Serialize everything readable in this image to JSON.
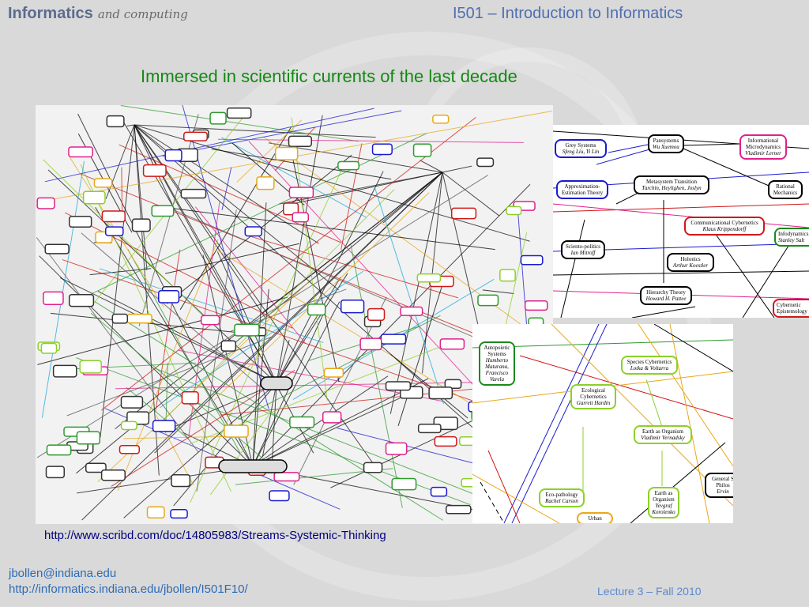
{
  "header": {
    "logo_text": "Informatics",
    "logo_script": "and computing",
    "course_title": "I501 – Introduction to Informatics"
  },
  "slide": {
    "title": "Immersed in scientific currents of the last decade",
    "source_url": "http://www.scribd.com/doc/14805983/Streams-Systemic-Thinking"
  },
  "footer": {
    "email": "jbollen@indiana.edu",
    "site": "http://informatics.indiana.edu/jbollen/I501F10/",
    "lecture": "Lecture 3 – Fall 2010"
  },
  "inset_top": {
    "nodes": [
      {
        "title": "Grey Systems",
        "author": "Sfeng Liu, Yi Lin",
        "color": "#1a1ad0"
      },
      {
        "title": "Pansystems",
        "author": "Wu Xuemou",
        "color": "#000000"
      },
      {
        "title": "Informational Microdynamics",
        "author": "Vladimir Lerner",
        "color": "#e0208c"
      },
      {
        "title": "Approximation-Estimation Theory",
        "author": "",
        "color": "#1a1ad0"
      },
      {
        "title": "Metasystem Transition",
        "author": "Turchin, Heylighen, Joslyn",
        "color": "#000000"
      },
      {
        "title": "Rational Mechanics",
        "author": "",
        "color": "#000000"
      },
      {
        "title": "Communicational Cybernetics",
        "author": "Klaus Krippendorff",
        "color": "#d01818"
      },
      {
        "title": "Infodynamics",
        "author": "Stanley Salt",
        "color": "#1a8a1a"
      },
      {
        "title": "Sciento-politics",
        "author": "Ian Mitroff",
        "color": "#000000"
      },
      {
        "title": "Holonics",
        "author": "Arthur Koestler",
        "color": "#000000"
      },
      {
        "title": "Hierarchy Theory",
        "author": "Howard H. Pattee",
        "color": "#000000"
      },
      {
        "title": "Cybernetic Epistemology",
        "author": "",
        "color": "#d01818"
      }
    ]
  },
  "inset_bottom": {
    "nodes": [
      {
        "title": "Autopoietic Systems",
        "author": "Humberto Maturana, Francisco Varela",
        "color": "#1a8a1a"
      },
      {
        "title": "Species Cybernetics",
        "author": "Lotka & Voltarra",
        "color": "#8cd028"
      },
      {
        "title": "Ecological Cybernetics",
        "author": "Garrett Hardin",
        "color": "#8cd028"
      },
      {
        "title": "Earth as Organism",
        "author": "Vladimir Vernadsky",
        "color": "#8cd028"
      },
      {
        "title": "Eco-pathology",
        "author": "Rachel Carson",
        "color": "#8cd028"
      },
      {
        "title": "Earth as Organism",
        "author": "Yevgraf Korolenko",
        "color": "#8cd028"
      },
      {
        "title": "General S Philos",
        "author": "Ervin",
        "color": "#000000"
      },
      {
        "title": "Urban",
        "author": "",
        "color": "#e8a818"
      }
    ]
  }
}
